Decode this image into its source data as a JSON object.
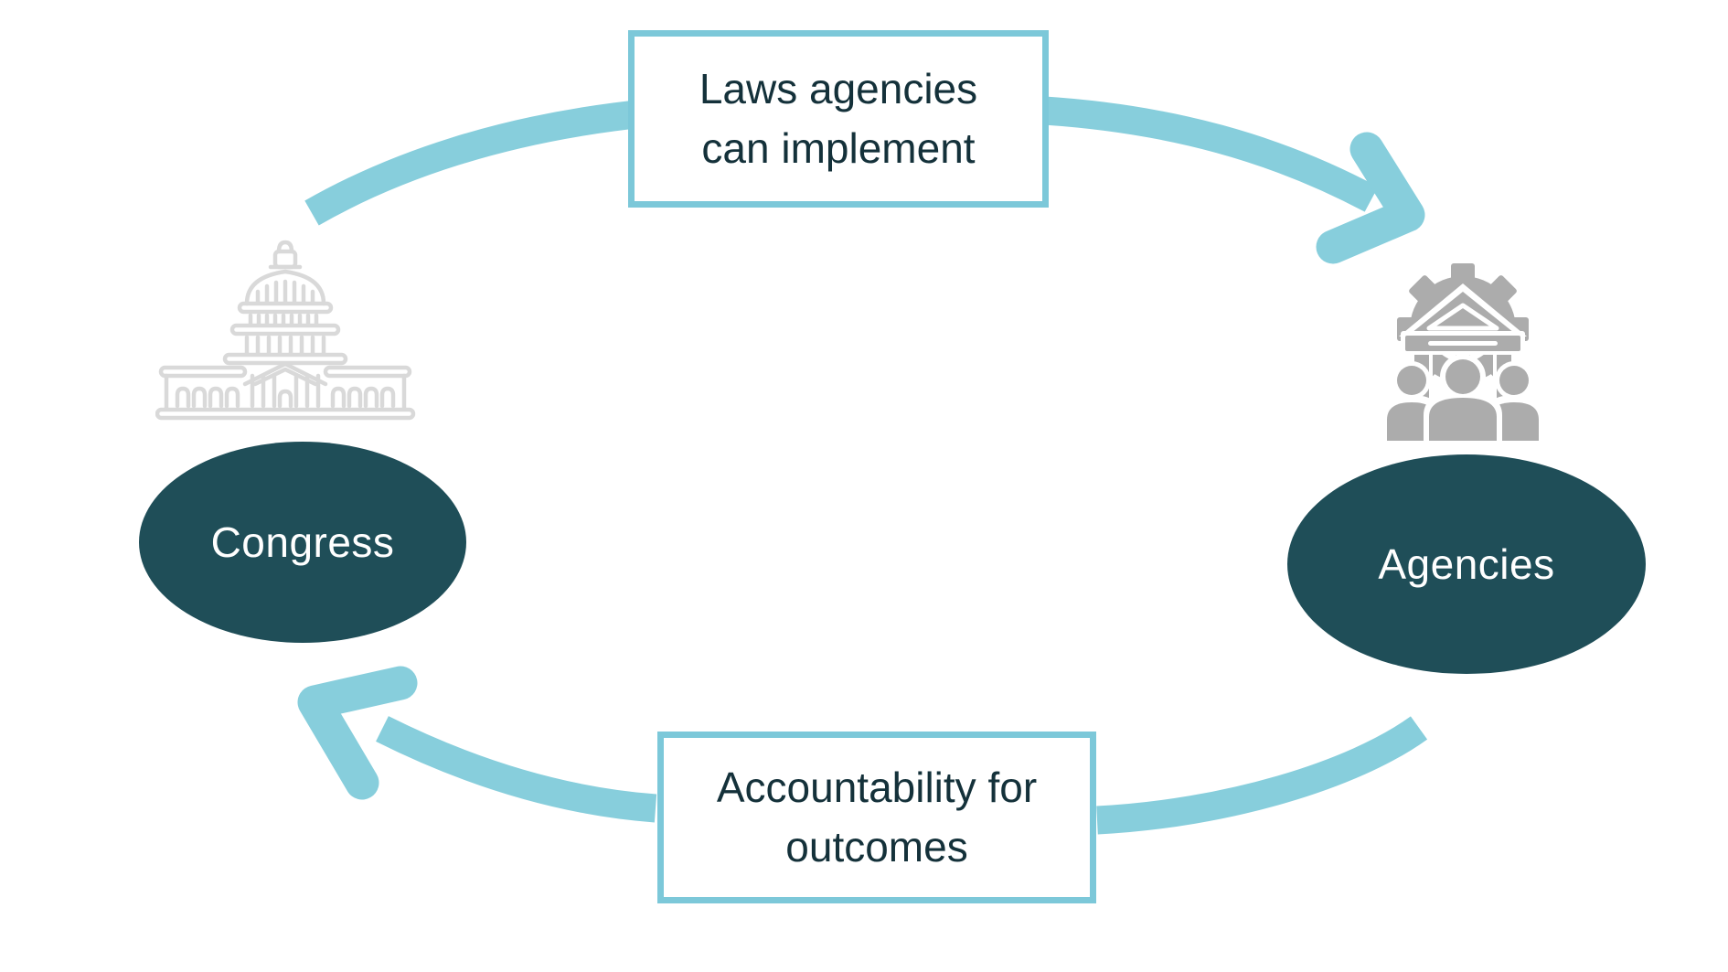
{
  "diagram": {
    "type": "cycle",
    "background": "#ffffff",
    "colors": {
      "arrow": "#87CEDC",
      "box_border": "#7CC8D9",
      "box_bg": "#ffffff",
      "box_text": "#14313A",
      "node_fill": "#1F4E58",
      "node_text": "#ffffff",
      "capitol_icon": "#D9D9D9",
      "agencies_icon": "#ACACAC"
    },
    "nodes": [
      {
        "id": "congress",
        "label": "Congress",
        "icon": "capitol-building-icon"
      },
      {
        "id": "agencies",
        "label": "Agencies",
        "icon": "agency-gear-people-icon"
      }
    ],
    "edges": [
      {
        "id": "laws",
        "from": "congress",
        "to": "agencies",
        "label_line1": "Laws agencies",
        "label_line2": "can implement"
      },
      {
        "id": "accountability",
        "from": "agencies",
        "to": "congress",
        "label_line1": "Accountability for",
        "label_line2": "outcomes"
      }
    ]
  }
}
